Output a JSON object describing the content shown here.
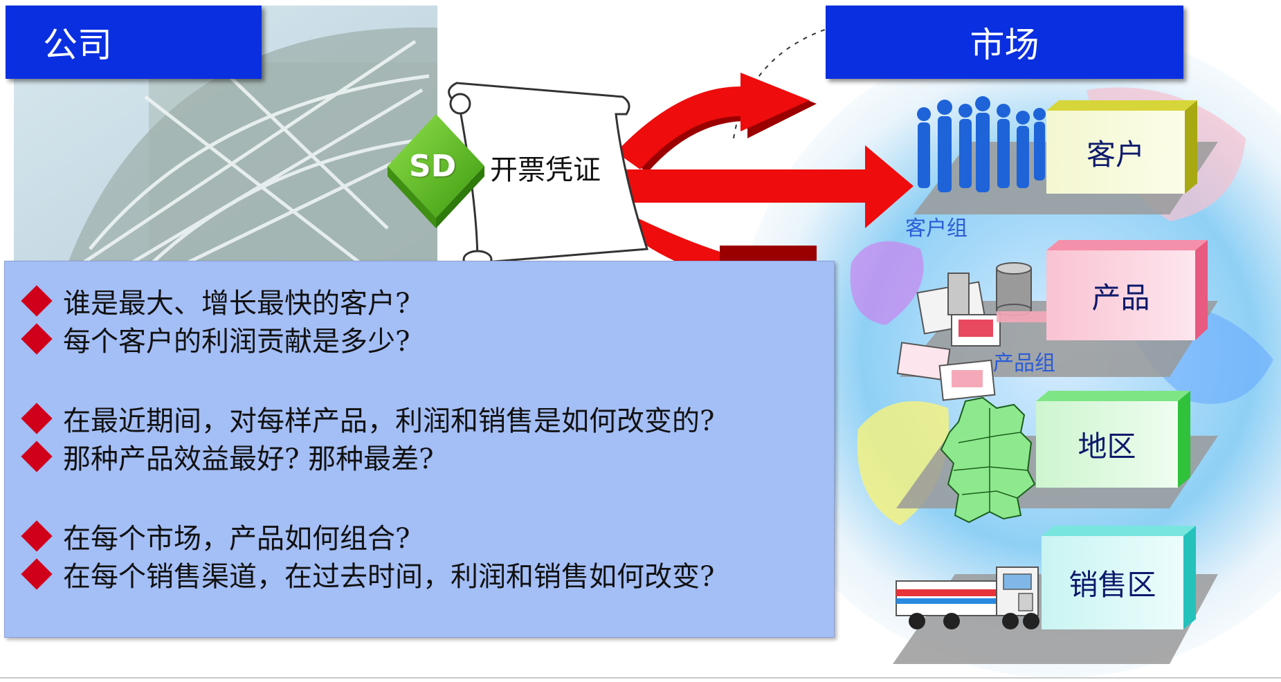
{
  "company": {
    "title": "公司"
  },
  "market": {
    "title": "市场"
  },
  "document": {
    "badge": "SD",
    "label": "开票凭证"
  },
  "questions": [
    "谁是最大、增长最快的客户?",
    "每个客户的利润贡献是多少?",
    "在最近期间，对每样产品，利润和销售是如何改变的?",
    "那种产品效益最好? 那种最差?",
    "在每个市场，产品如何组合?",
    "在每个销售渠道，在过去时间，利润和销售如何改变?"
  ],
  "dimensions": [
    {
      "label": "客户",
      "group_label": "客户组",
      "color": "#f4f7d0"
    },
    {
      "label": "产品",
      "group_label": "产品组",
      "color": "#f9c3d2"
    },
    {
      "label": "地区",
      "group_label": "",
      "color": "#cdf5cf"
    },
    {
      "label": "销售区",
      "group_label": "",
      "color": "#c9f4f2"
    }
  ],
  "icons": {
    "company_image": "satellite-dish-icon",
    "customer_group": "people-silhouettes-icon",
    "product_group": "product-files-icon",
    "region": "germany-map-icon",
    "sales_area": "truck-icon"
  },
  "colors": {
    "banner": "#0a2fe0",
    "panel": "#a4bef6",
    "bullet": "#d0001a",
    "arrow": "#ee0c0c",
    "badge": "#55b817"
  }
}
